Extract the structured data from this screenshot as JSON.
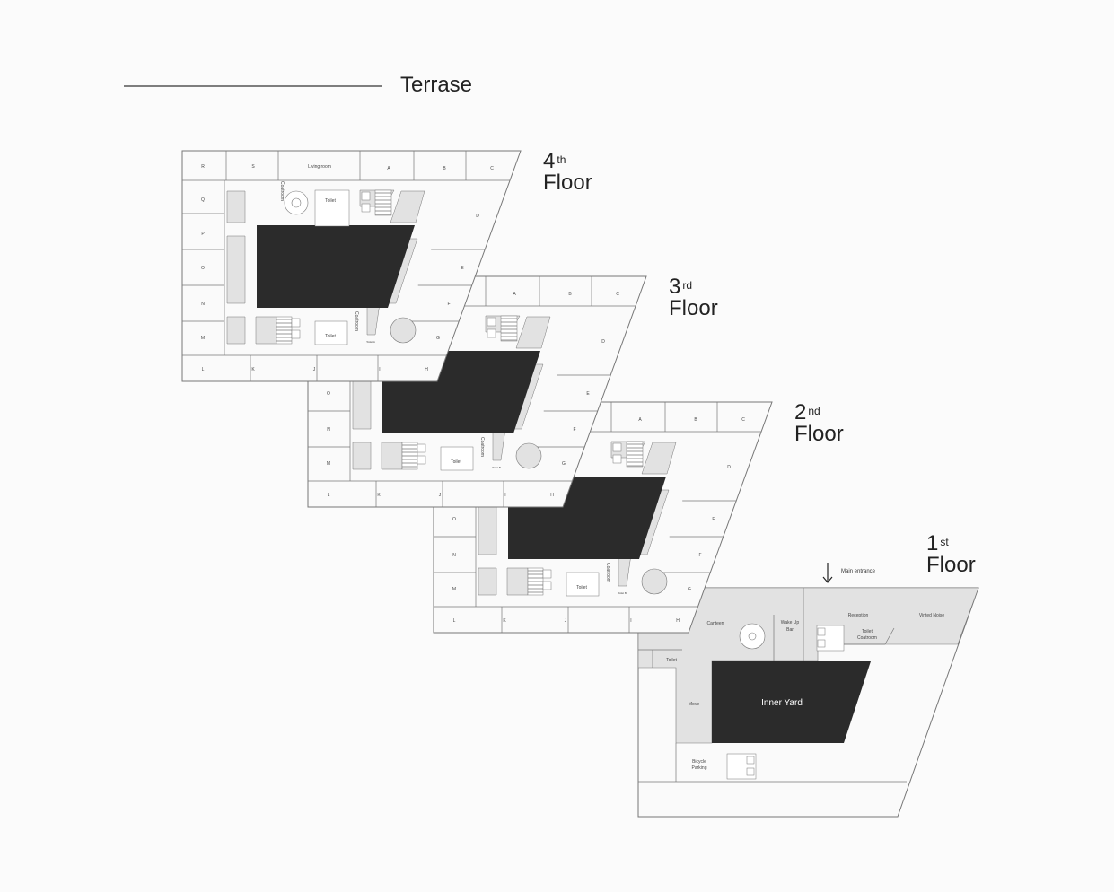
{
  "terrace_label": "Terrase",
  "floors": [
    {
      "id": "4",
      "number": "4",
      "suffix": "th",
      "word": "Floor",
      "rooms": [
        "R",
        "S",
        "Living room",
        "A",
        "B",
        "C",
        "D",
        "E",
        "F",
        "G",
        "H",
        "I",
        "J",
        "K",
        "L",
        "M",
        "N",
        "O",
        "P",
        "Q"
      ],
      "toilets": [
        "Toilet",
        "Toilet"
      ],
      "coatrooms": [
        "Coatroom",
        "Coatroom"
      ],
      "small_label": "Toilet A"
    },
    {
      "id": "3",
      "number": "3",
      "suffix": "rd",
      "word": "Floor",
      "rooms": [
        "",
        "",
        "",
        "A",
        "B",
        "C",
        "D",
        "E",
        "F",
        "G",
        "H",
        "I",
        "J",
        "K",
        "L",
        "M",
        "N",
        "O",
        "",
        ""
      ],
      "toilets": [
        "",
        "Toilet"
      ],
      "coatrooms": [
        "",
        "Coatroom"
      ],
      "small_label": "Toilet B"
    },
    {
      "id": "2",
      "number": "2",
      "suffix": "nd",
      "word": "Floor",
      "rooms": [
        "",
        "",
        "",
        "A",
        "B",
        "C",
        "D",
        "E",
        "F",
        "G",
        "H",
        "I",
        "J",
        "K",
        "L",
        "M",
        "N",
        "O",
        "",
        ""
      ],
      "toilets": [
        "",
        "Toilet"
      ],
      "coatrooms": [
        "",
        "Coatroom"
      ],
      "small_label": "Toilet B"
    }
  ],
  "first_floor": {
    "number": "1",
    "suffix": "st",
    "word": "Floor",
    "main_entrance": "Main entrance",
    "rooms": {
      "canteen": "Canteen",
      "wake_up_bar_1": "Wake Up",
      "wake_up_bar_2": "Bar",
      "reception": "Reception",
      "vinted_noise": "Vinted Noise",
      "toilet_coatroom_1": "Toilet",
      "toilet_coatroom_2": "Coatroom",
      "toilet": "Toilet",
      "move": "Move",
      "inner_yard": "Inner Yard",
      "bicycle_1": "Bicycle",
      "bicycle_2": "Parking"
    }
  },
  "colors": {
    "line": "#777777",
    "yard": "#2b2b2b",
    "gray": "#e2e2e2",
    "fill": "#fafafa"
  }
}
